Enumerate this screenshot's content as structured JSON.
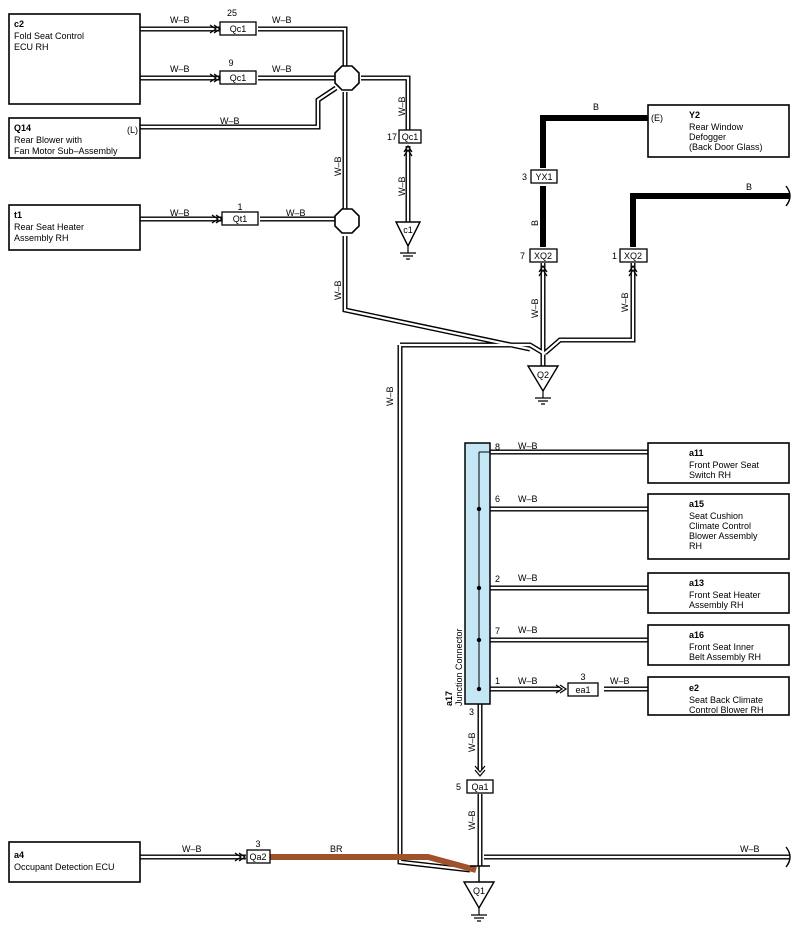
{
  "components": {
    "c2": {
      "id": "c2",
      "lines": [
        "Fold Seat Control",
        "ECU RH"
      ]
    },
    "q14": {
      "id": "Q14",
      "lines": [
        "Rear Blower with",
        "Fan Motor Sub–Assembly"
      ],
      "pin": "(L)"
    },
    "t1": {
      "id": "t1",
      "lines": [
        "Rear Seat Heater",
        "Assembly RH"
      ]
    },
    "y2": {
      "id": "Y2",
      "lines": [
        "Rear Window",
        "Defogger",
        "(Back Door Glass)"
      ],
      "pin": "(E)"
    },
    "a11": {
      "id": "a11",
      "lines": [
        "Front Power Seat",
        "Switch RH"
      ]
    },
    "a15": {
      "id": "a15",
      "lines": [
        "Seat Cushion",
        "Climate Control",
        "Blower Assembly",
        "RH"
      ]
    },
    "a13": {
      "id": "a13",
      "lines": [
        "Front Seat Heater",
        "Assembly RH"
      ]
    },
    "a16": {
      "id": "a16",
      "lines": [
        "Front Seat Inner",
        "Belt Assembly RH"
      ]
    },
    "e2": {
      "id": "e2",
      "lines": [
        "Seat Back Climate",
        "Control Blower RH"
      ]
    },
    "a4": {
      "id": "a4",
      "lines": [
        "Occupant Detection ECU"
      ]
    }
  },
  "junction": {
    "id": "a17",
    "label": "Junction Connector"
  },
  "connectors": {
    "qc1_top": {
      "name": "Qc1",
      "pin": "25"
    },
    "qc1_mid": {
      "name": "Qc1",
      "pin": "9"
    },
    "qc1_v": {
      "name": "Qc1",
      "pin": "17"
    },
    "qt1": {
      "name": "Qt1",
      "pin": "1"
    },
    "yx1": {
      "name": "YX1",
      "pin": "3"
    },
    "xq2_a": {
      "name": "XQ2",
      "pin": "7"
    },
    "xq2_b": {
      "name": "XQ2",
      "pin": "1"
    },
    "ea1": {
      "name": "ea1",
      "pin": "3"
    },
    "qa1": {
      "name": "Qa1",
      "pin": "5"
    },
    "qa2": {
      "name": "Qa2",
      "pin": "3"
    }
  },
  "grounds": {
    "c1": "c1",
    "q2": "Q2",
    "q1": "Q1"
  },
  "wire_colors": {
    "wb": "W–B",
    "b": "B",
    "br": "BR"
  },
  "junction_pins": {
    "p8": "8",
    "p6": "6",
    "p2": "2",
    "p7": "7",
    "p1": "1",
    "p3": "3"
  },
  "colors": {
    "junction_fill": "#c5e6f5",
    "br_wire": "#a0522d",
    "wire": "#000000"
  }
}
